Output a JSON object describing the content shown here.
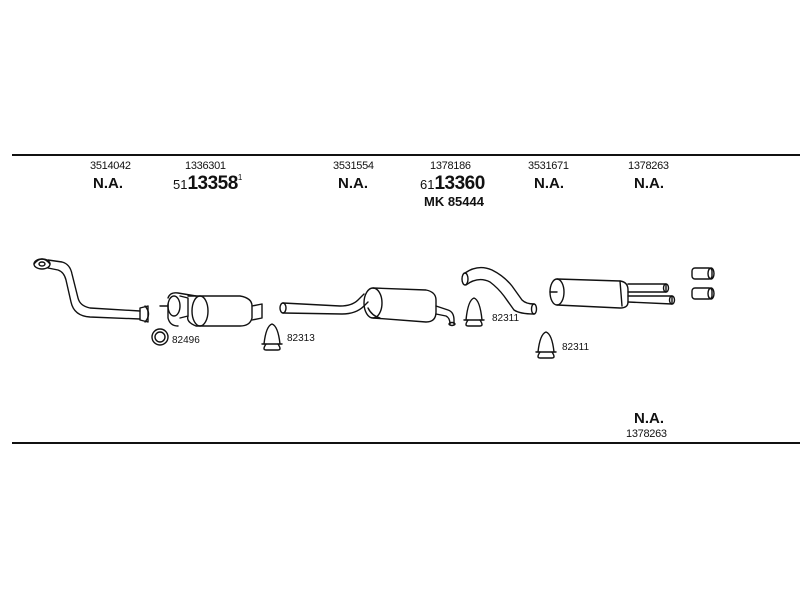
{
  "columns": [
    {
      "code": "3514042",
      "main": "N.A."
    },
    {
      "code": "1336301",
      "prefix": "51",
      "number": "13358",
      "superscript": "1"
    },
    {
      "code": "3531554",
      "main": "N.A."
    },
    {
      "code": "1378186",
      "prefix": "61",
      "number": "13360",
      "extra": "MK 85444"
    },
    {
      "code": "3531671",
      "main": "N.A."
    },
    {
      "code": "1378263",
      "main": "N.A."
    }
  ],
  "part_labels": [
    "82496",
    "82313",
    "82311",
    "82311"
  ],
  "bottom_note": {
    "main": "N.A.",
    "code": "1378263"
  }
}
